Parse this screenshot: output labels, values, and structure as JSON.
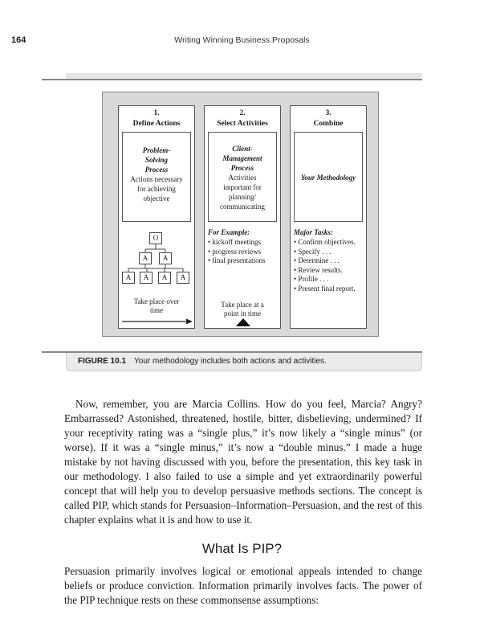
{
  "page": {
    "number": "164",
    "running_head": "Writing Winning Business Proposals"
  },
  "figure": {
    "columns": [
      {
        "number": "1.",
        "title": "Define Actions",
        "inner_title": "Problem-\nSolving\nProcess",
        "inner_text": "Actions necessary\nfor achieving\nobjective",
        "tree": {
          "top": "O",
          "middle": [
            "A",
            "A"
          ],
          "bottom": [
            "A",
            "A",
            "A",
            "A"
          ]
        },
        "note": "Take place over\ntime"
      },
      {
        "number": "2.",
        "title": "Select Activities",
        "inner_title": "Client-\nManagement\nProcess",
        "inner_text": "Activities\nimportant for\nplanning/\ncommunicating",
        "list_title": "For Example:",
        "list": [
          "• kickoff meetings",
          "• progress reviews",
          "• final presentations"
        ],
        "note": "Take place at a\npoint in time"
      },
      {
        "number": "3.",
        "title": "Combine",
        "inner_title": "Your Methodology",
        "list_title": "Major Tasks:",
        "list": [
          "• Confirm objectives.",
          "• Specify . . .",
          "• Determine . . .",
          "• Review results.",
          "• Profile . . .",
          "• Present final report."
        ]
      }
    ],
    "caption_label": "FIGURE 10.1",
    "caption_text": "Your methodology includes both actions and activities."
  },
  "body": {
    "paragraph1": "Now, remember, you are Marcia Collins. How do you feel, Marcia? Angry? Embarrassed? Astonished, threatened, hostile, bitter, disbelieving, undermined? If your receptivity rating was a “single plus,” it’s now likely a “single minus” (or worse). If it was a “single minus,” it’s now a “double minus.” I made a huge mistake by not having discussed with you, before the presentation, this key task in our methodology. I also failed to use a simple and yet extraordinarily powerful concept that will help you to develop persuasive methods sections. The concept is called PIP, which stands for Persuasion–Information–Persuasion, and the rest of this chapter explains what it is and how to use it.",
    "heading": "What Is PIP?",
    "paragraph2": "Persuasion primarily involves logical or emotional appeals intended to change beliefs or produce conviction. Information primarily involves facts. The power of the PIP technique rests on these commonsense assumptions:"
  }
}
